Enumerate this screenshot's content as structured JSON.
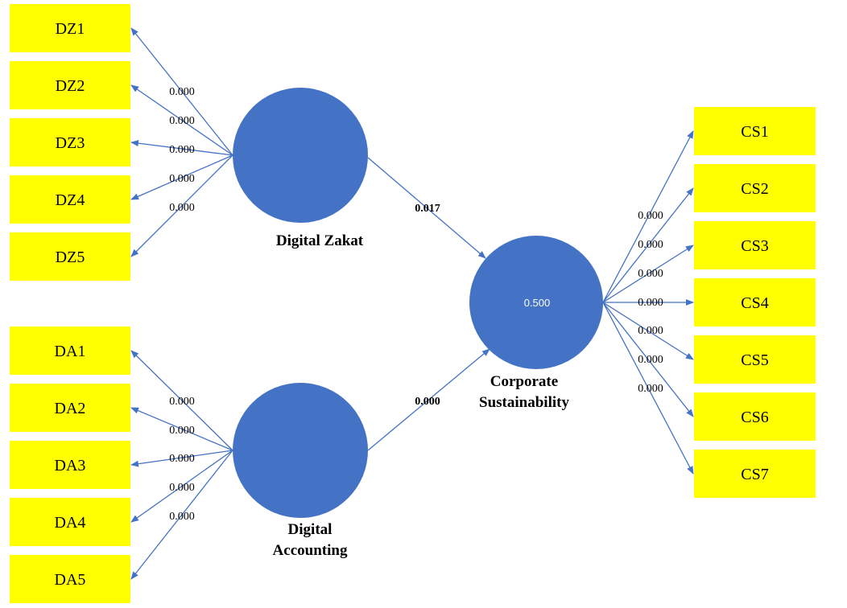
{
  "colors": {
    "indicator_fill": "#ffff00",
    "latent_fill": "#4472c4",
    "arrow": "#4472c4"
  },
  "latents": {
    "dz": {
      "name": "Digital Zakat",
      "r2": ""
    },
    "da": {
      "name_line1": "Digital",
      "name_line2": "Accounting",
      "r2": ""
    },
    "cs": {
      "name_line1": "Corporate",
      "name_line2": "Sustainability",
      "r2": "0.500"
    }
  },
  "indicators": {
    "dz": [
      "DZ1",
      "DZ2",
      "DZ3",
      "DZ4",
      "DZ5"
    ],
    "da": [
      "DA1",
      "DA2",
      "DA3",
      "DA4",
      "DA5"
    ],
    "cs": [
      "CS1",
      "CS2",
      "CS3",
      "CS4",
      "CS5",
      "CS6",
      "CS7"
    ]
  },
  "loadings": {
    "dz": [
      "0.000",
      "0.000",
      "0.000",
      "0.000",
      "0.000"
    ],
    "da": [
      "0.000",
      "0.000",
      "0.000",
      "0.000",
      "0.000"
    ],
    "cs": [
      "0.000",
      "0.000",
      "0.000",
      "0.000",
      "0.000",
      "0.000",
      "0.000"
    ]
  },
  "paths": {
    "dz_to_cs": "0.017",
    "da_to_cs": "0.000"
  }
}
